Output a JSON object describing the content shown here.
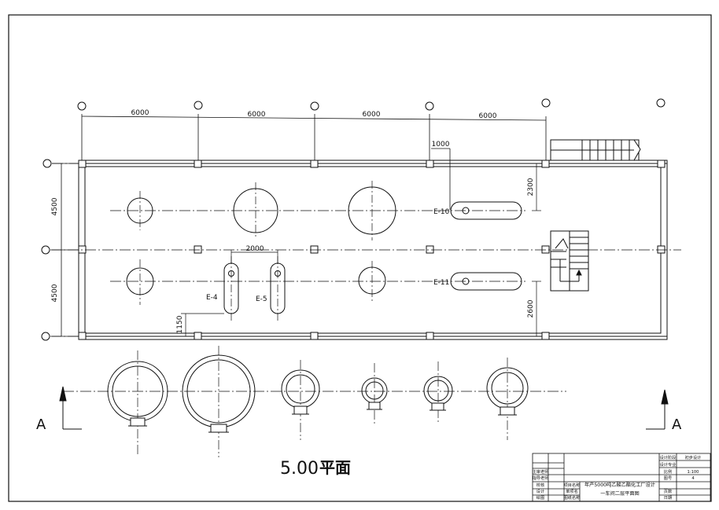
{
  "axes_dimensions": [
    "6000",
    "6000",
    "6000",
    "6000"
  ],
  "stair_offset_dimension": "1000",
  "vertical_dimensions": {
    "left_top": "4500",
    "left_bottom": "4500",
    "right_upper": "2300",
    "right_lower": "2600",
    "pitch_middle": "2000",
    "small_left": "1150"
  },
  "equipment_tags": {
    "e4": "E-4",
    "e5": "E-5",
    "e10": "E-10",
    "e11": "E-11"
  },
  "section_marks": {
    "left": "A",
    "right": "A"
  },
  "plan_title": {
    "level": "5.00",
    "name": "平面"
  },
  "title_block": {
    "top_right_label_1": "设计阶段",
    "top_right_value_1": "初步设计",
    "top_right_label_2": "设计专业",
    "left_rows": [
      "主审老师",
      "指导老师",
      "校核",
      "设计",
      "绘图"
    ],
    "mid_labels": [
      "项目名称",
      "单项名",
      "图纸名称"
    ],
    "project_name": "年产5000吨乙酸乙酯化工厂设计",
    "drawing_name": "一车间二层平面图",
    "right_labels": [
      "比例",
      "图号",
      "页数",
      "日期"
    ],
    "scale_value": "1:100",
    "sheet_number": "4"
  }
}
